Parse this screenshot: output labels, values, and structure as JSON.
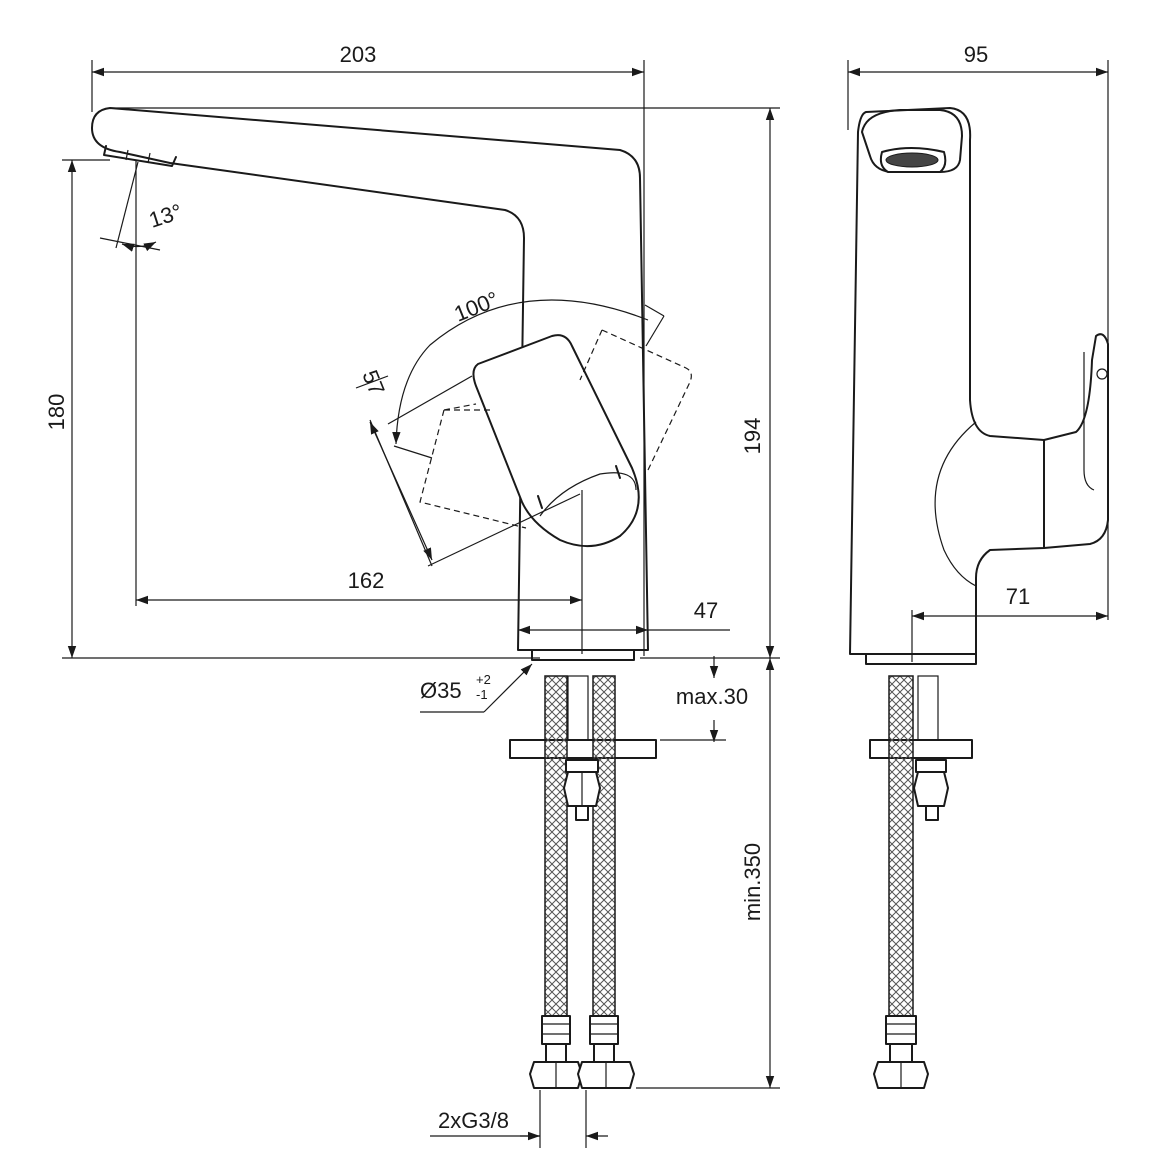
{
  "dimensions": {
    "overall_length": "203",
    "side_depth": "95",
    "height_to_outlet": "180",
    "total_height": "194",
    "spout_angle": "13°",
    "lever_rotation": "100°",
    "lever_travel": "57",
    "spout_reach": "162",
    "body_width": "47",
    "lever_offset": "71",
    "hole_diameter": "Ø35",
    "hole_tol_plus": "+2",
    "hole_tol_minus": "-1",
    "max_deck_thickness": "max.30",
    "min_hose_length": "min.350",
    "connections": "2xG3/8"
  }
}
